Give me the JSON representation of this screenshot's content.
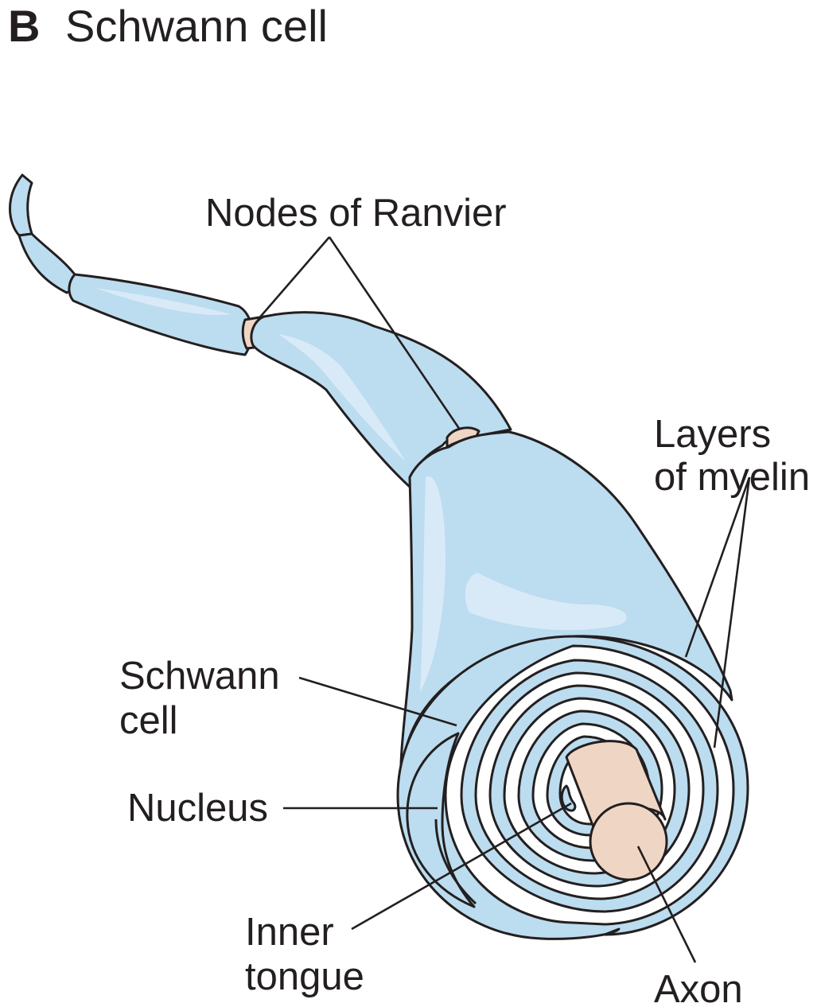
{
  "panel": {
    "letter": "B",
    "title": "Schwann cell"
  },
  "labels": {
    "nodes_of_ranvier": "Nodes of Ranvier",
    "layers_of_myelin_line1": "Layers",
    "layers_of_myelin_line2": "of myelin",
    "schwann_cell_line1": "Schwann",
    "schwann_cell_line2": "cell",
    "nucleus": "Nucleus",
    "inner_tongue_line1": "Inner",
    "inner_tongue_line2": "tongue",
    "axon": "Axon"
  },
  "colors": {
    "myelin": "#bcdcef",
    "myelin_highlight": "#d8eaf8",
    "axon": "#efd6c4",
    "outline": "#231f20",
    "text": "#231f20"
  }
}
